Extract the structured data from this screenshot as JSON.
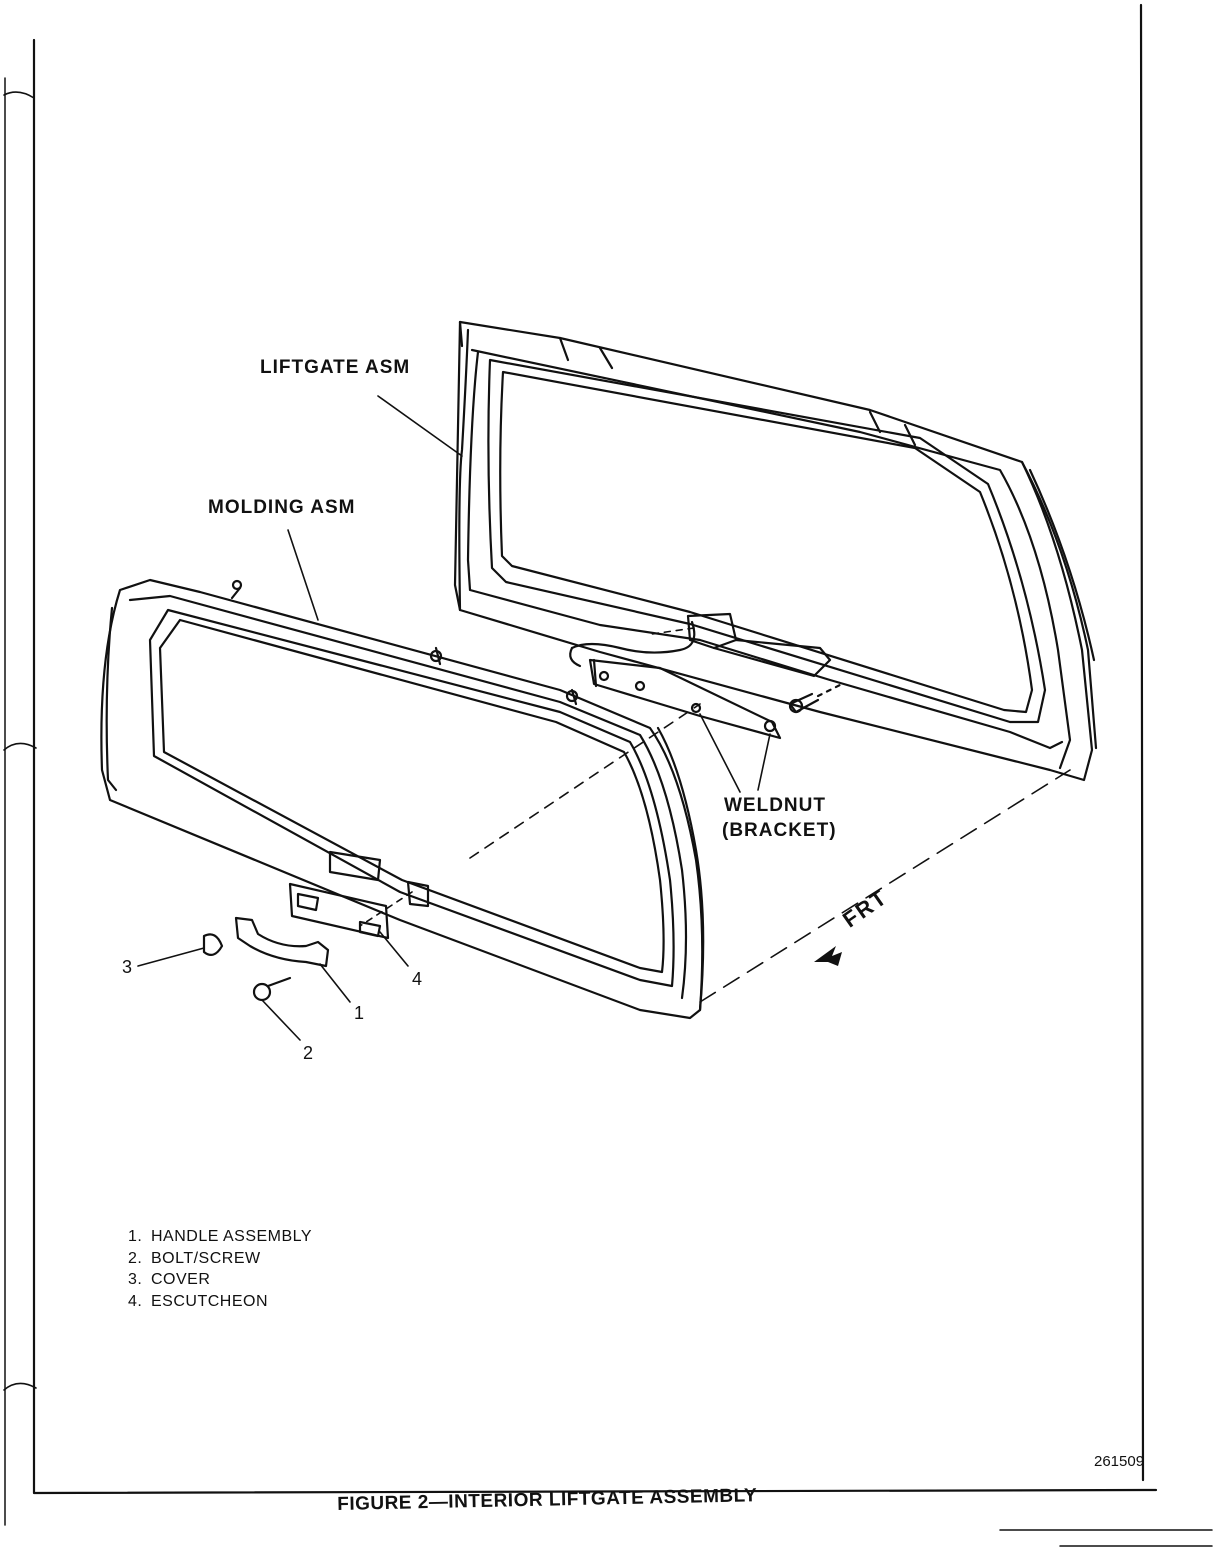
{
  "labels": {
    "liftgate": "LIFTGATE ASM",
    "molding": "MOLDING ASM",
    "weldnut_line1": "WELDNUT",
    "weldnut_line2": "(BRACKET)",
    "frt": "FRT"
  },
  "callouts": {
    "n1": "1",
    "n2": "2",
    "n3": "3",
    "n4": "4"
  },
  "legend": [
    {
      "num": "1.",
      "text": "HANDLE ASSEMBLY"
    },
    {
      "num": "2.",
      "text": "BOLT/SCREW"
    },
    {
      "num": "3.",
      "text": "COVER"
    },
    {
      "num": "4.",
      "text": "ESCUTCHEON"
    }
  ],
  "figure_id": "261509",
  "caption": "FIGURE 2—INTERIOR LIFTGATE ASSEMBLY"
}
